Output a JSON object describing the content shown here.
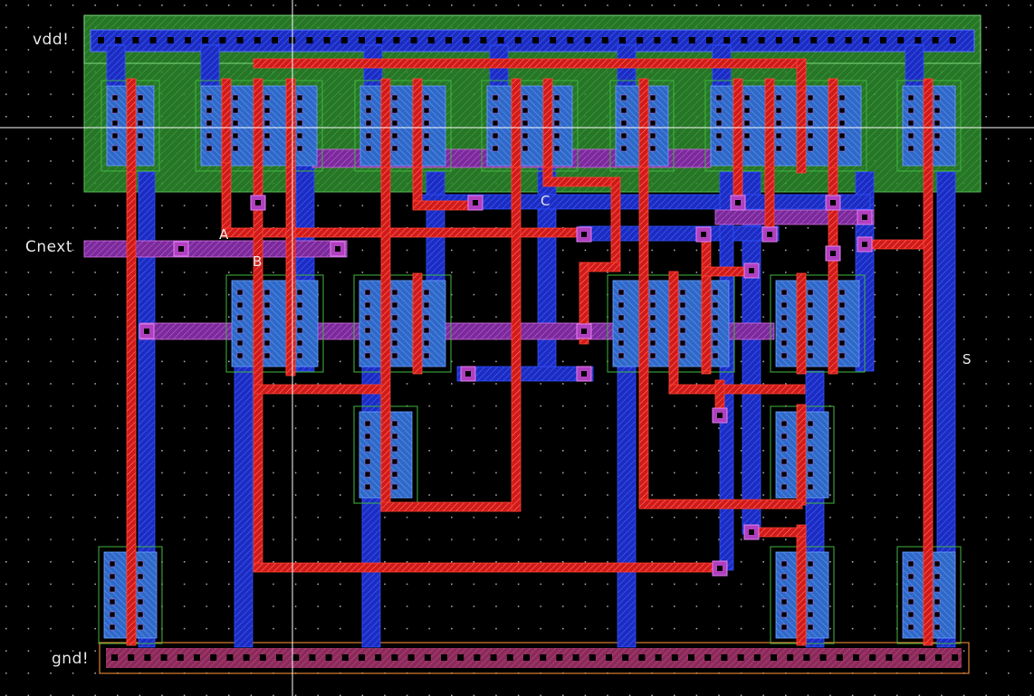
{
  "diagram": {
    "net_labels": {
      "vdd": "vdd!",
      "gnd": "gnd!",
      "cnext": "Cnext",
      "a": "A",
      "b": "B",
      "c": "C",
      "s": "S"
    },
    "layers": {
      "background": "#000000",
      "grid_dot": "#9a9a9a",
      "metal1": "#2a3de0",
      "poly": "#ff2a2a",
      "pselect_well": "#3fae3f",
      "diffusion": "#3b6fd6",
      "metal2": "#c03cc0",
      "contact": "#000000",
      "crosshair": "#ffffff",
      "gnd_outline": "#e08030"
    }
  }
}
